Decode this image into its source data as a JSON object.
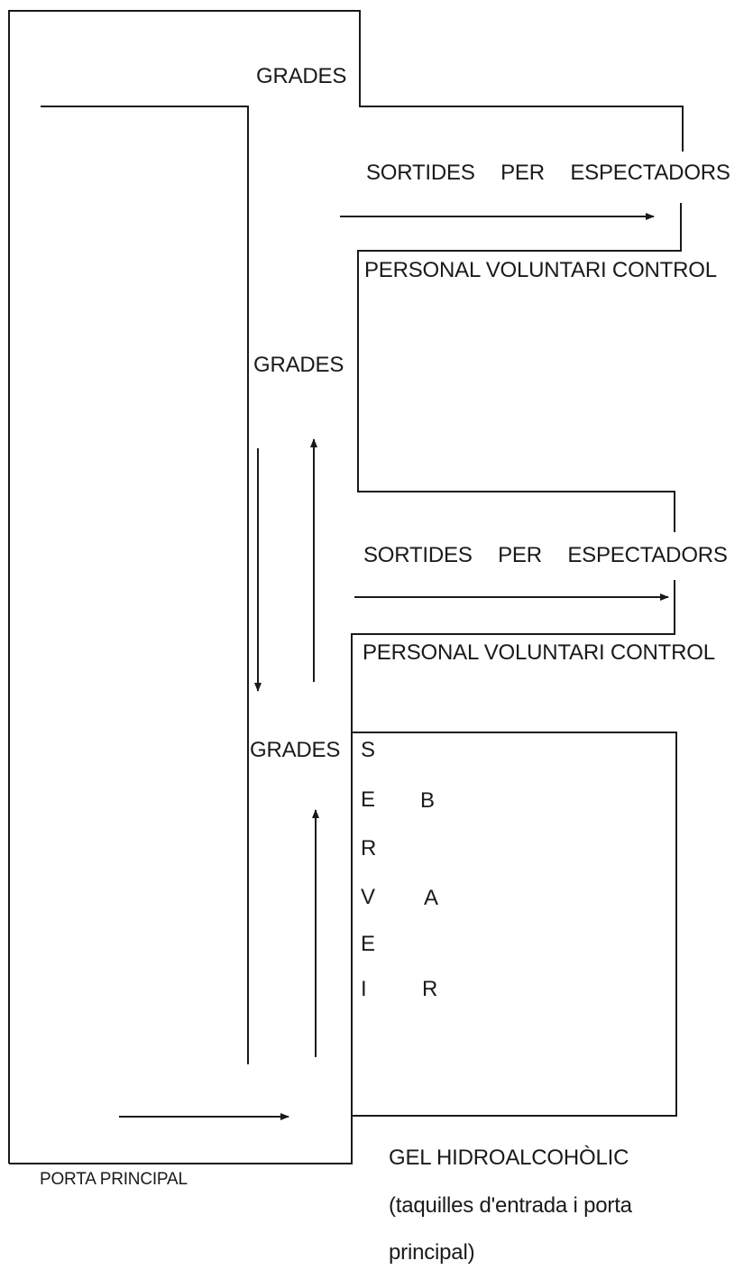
{
  "labels": {
    "grades_top": "GRADES",
    "grades_middle": "GRADES",
    "grades_bottom": "GRADES",
    "exit_1": "SORTIDES PER ESPECTADORS",
    "exit_2": "SORTIDES PER ESPECTADORS",
    "control_1": "PERSONAL VOLUNTARI CONTROL",
    "control_2": "PERSONAL VOLUNTARI CONTROL",
    "main_door": "PORTA PRINCIPAL",
    "gel_line1": "GEL HIDROALCOHÒLIC",
    "gel_line2": "(taquilles d'entrada i porta",
    "gel_line3": "principal)"
  },
  "serveis_letters": [
    "S",
    "E",
    "R",
    "V",
    "E",
    "I"
  ],
  "bar_letters": [
    "B",
    "A",
    "R"
  ],
  "style": {
    "line_color": "#1a1a1a"
  }
}
